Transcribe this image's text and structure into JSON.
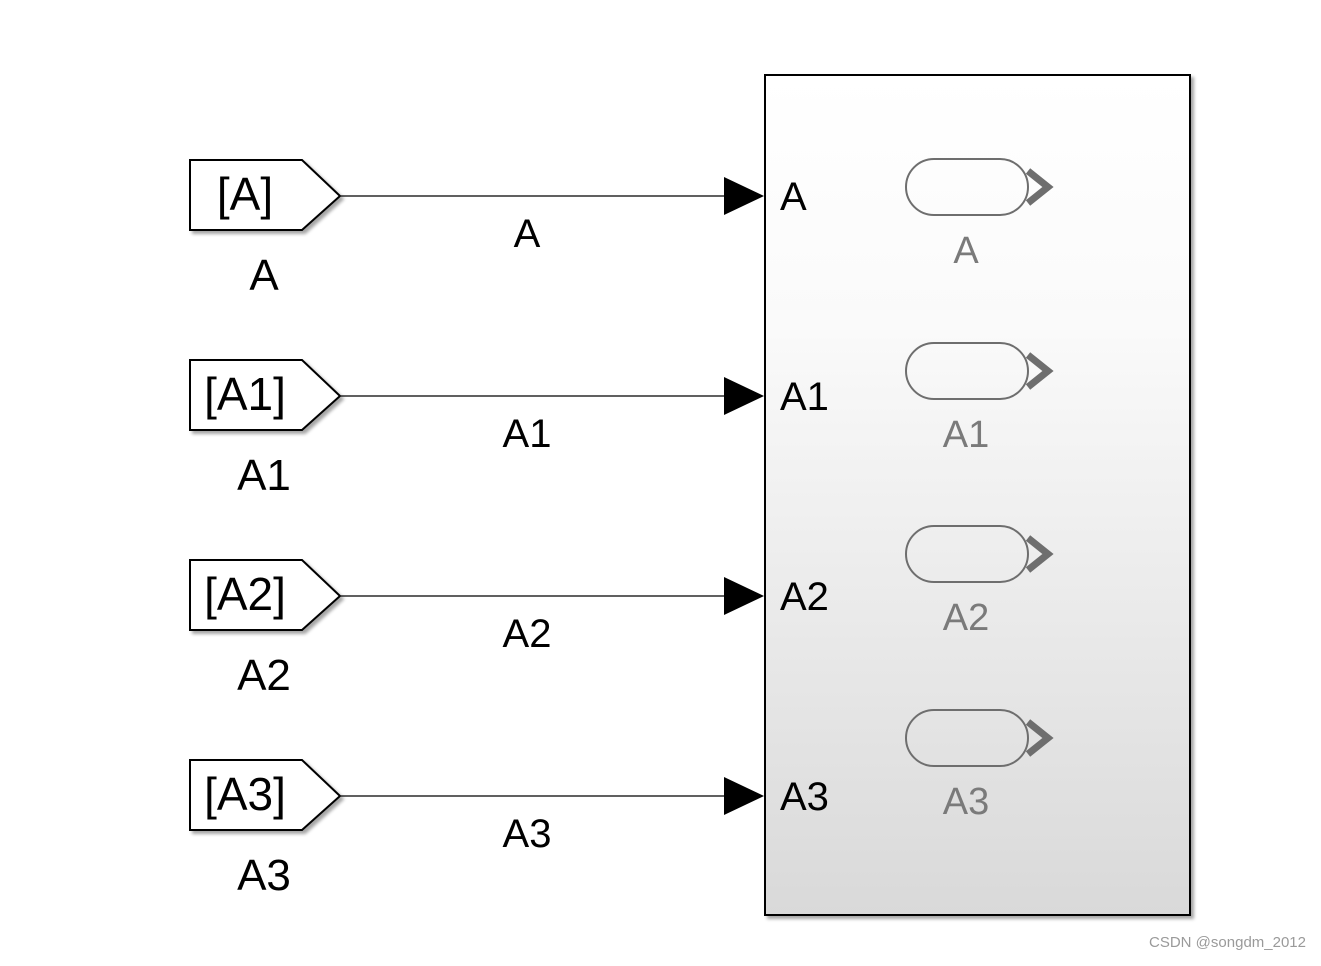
{
  "diagram": {
    "goto_blocks": [
      {
        "tag": "[A]",
        "name": "A"
      },
      {
        "tag": "[A1]",
        "name": "A1"
      },
      {
        "tag": "[A2]",
        "name": "A2"
      },
      {
        "tag": "[A3]",
        "name": "A3"
      }
    ],
    "signals": [
      {
        "label": "A"
      },
      {
        "label": "A1"
      },
      {
        "label": "A2"
      },
      {
        "label": "A3"
      }
    ],
    "subsystem": {
      "input_ports": [
        "A",
        "A1",
        "A2",
        "A3"
      ],
      "bus_elements": [
        "A",
        "A1",
        "A2",
        "A3"
      ]
    }
  },
  "watermark": "CSDN @songdm_2012",
  "colors": {
    "line": "#000000",
    "subsystem_top": "#ffffff",
    "subsystem_bottom": "#d9d9d9",
    "bus_element_stroke": "#6e6e6e",
    "bus_element_label": "#7a7a7a"
  }
}
